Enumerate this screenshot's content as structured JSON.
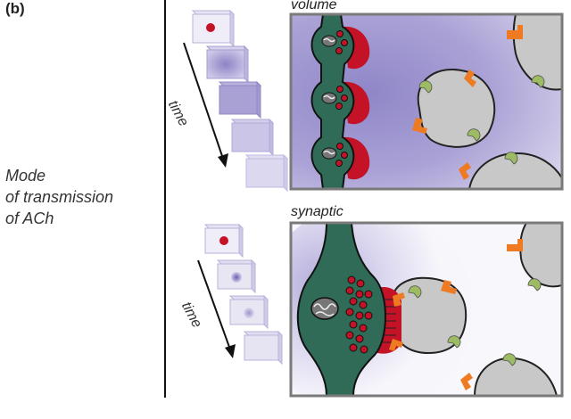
{
  "figure": {
    "panel_label": "(b)",
    "side_text": [
      "Mode",
      "of transmission",
      "of ACh"
    ],
    "panels": {
      "volume": {
        "title": "volume",
        "time_label": "time"
      },
      "synaptic": {
        "title": "synaptic",
        "time_label": "time"
      }
    }
  },
  "colors": {
    "axon_green": "#2f6b56",
    "vesicle_red": "#c41226",
    "receptor_orange": "#ee7a22",
    "enzyme_green": "#9dbb63",
    "cell_gray": "#c8c8c8",
    "ach_purple": "#8c83c6",
    "panel_border": "#7a7a7a"
  },
  "icons": [
    "cube-icon",
    "arrow-icon",
    "mitochondrion-icon",
    "vesicle-icon",
    "receptor-icon",
    "enzyme-icon"
  ]
}
